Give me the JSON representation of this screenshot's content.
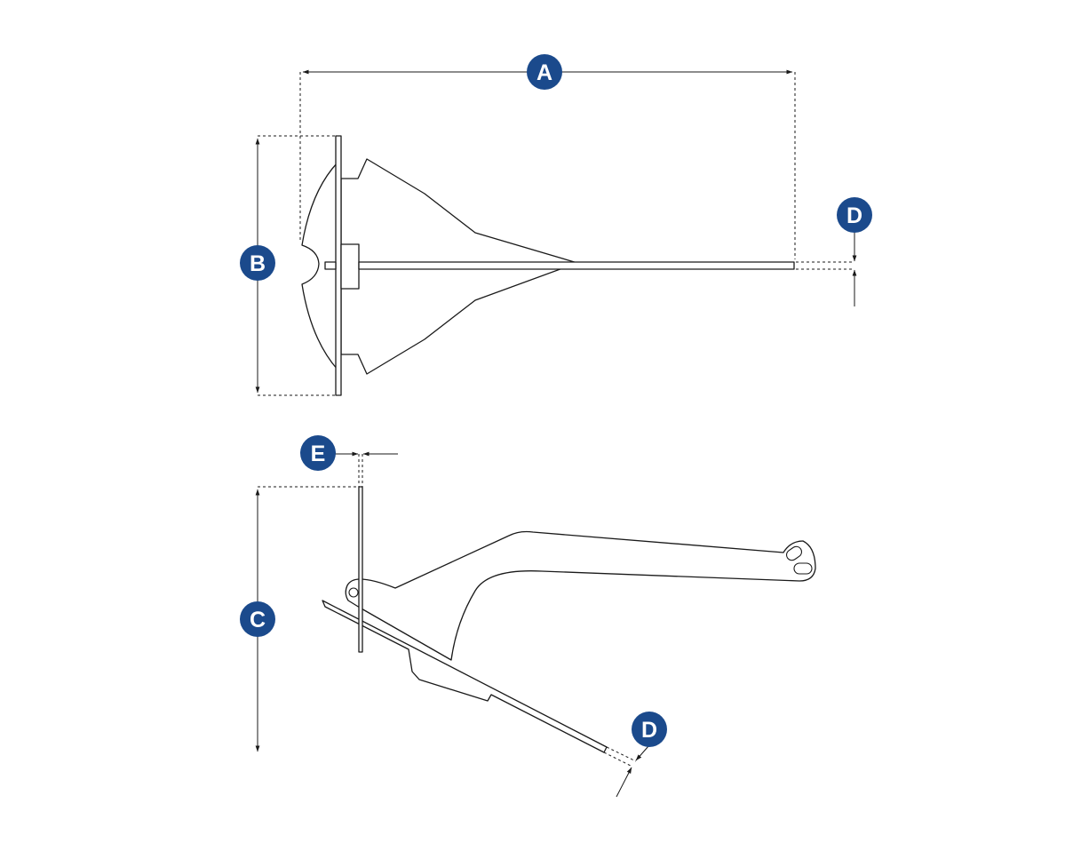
{
  "colors": {
    "badge": "#1b4a8c",
    "line": "#1a1a1a",
    "background": "#ffffff"
  },
  "labels": {
    "a": "A",
    "b": "B",
    "c": "C",
    "d_top": "D",
    "d_bottom": "D",
    "e": "E"
  }
}
